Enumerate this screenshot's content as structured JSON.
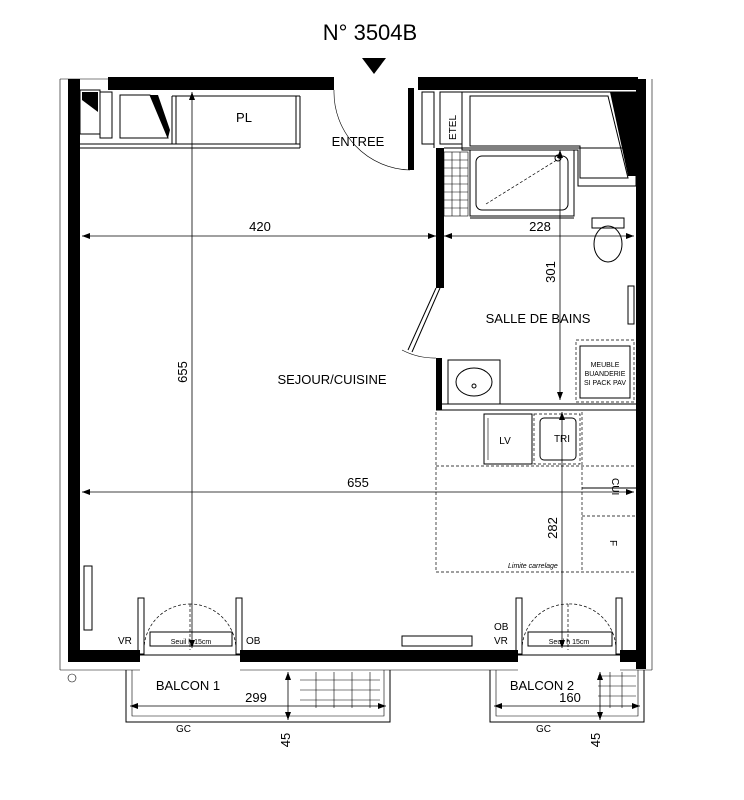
{
  "plan": {
    "apartment_number": "N° 3504B",
    "rooms": {
      "sejour": "SEJOUR/CUISINE",
      "salle_de_bains": "SALLE DE BAINS",
      "entree": "ENTREE",
      "placard": "PL",
      "etel": "ETEL",
      "balcon_1": "BALCON 1",
      "balcon_2": "BALCON 2"
    },
    "fixtures": {
      "lave_linge": "LV",
      "tri": "TRI",
      "cuisson": "CUI",
      "frigo": "F",
      "limite_carrelage": "Limite carrelage",
      "meuble_line1": "MEUBLE",
      "meuble_line2": "BUANDERIE",
      "meuble_line3": "SI PACK PAV"
    },
    "window_labels": {
      "vr_left": "VR",
      "ob_left": "OB",
      "seuil_left": "Seuil h 15cm",
      "ob_right": "OB",
      "vr_right": "VR",
      "seuil_right": "Seuil h 15cm",
      "gc_left": "GC",
      "gc_right": "GC"
    },
    "dimensions": {
      "width_sejour": "420",
      "width_sdb": "228",
      "depth_total": "655",
      "width_total": "655",
      "depth_sdb": "301",
      "depth_kitchen": "282",
      "balcon1_width": "299",
      "balcon2_width": "160",
      "balcon1_depth": "45",
      "balcon2_depth": "45"
    }
  }
}
